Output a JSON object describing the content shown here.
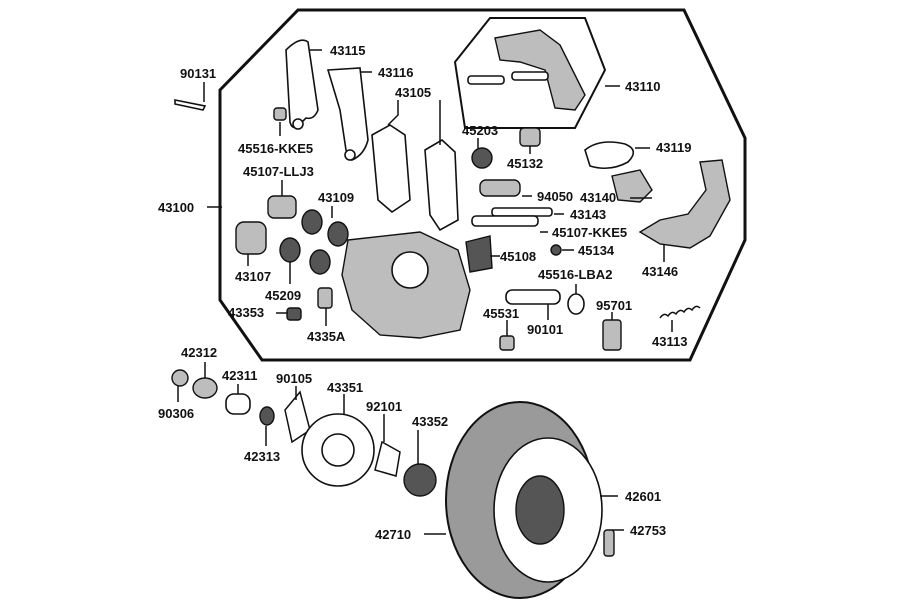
{
  "parts": [
    {
      "id": "l-43115",
      "text": "43115"
    },
    {
      "id": "l-43116",
      "text": "43116"
    },
    {
      "id": "l-43105",
      "text": "43105"
    },
    {
      "id": "l-43110",
      "text": "43110"
    },
    {
      "id": "l-90131",
      "text": "90131"
    },
    {
      "id": "l-45516-KKE5",
      "text": "45516-KKE5"
    },
    {
      "id": "l-45107-LLJ3",
      "text": "45107-LLJ3"
    },
    {
      "id": "l-45203",
      "text": "45203"
    },
    {
      "id": "l-45132",
      "text": "45132"
    },
    {
      "id": "l-43119",
      "text": "43119"
    },
    {
      "id": "l-43140",
      "text": "43140"
    },
    {
      "id": "l-43100",
      "text": "43100"
    },
    {
      "id": "l-43109",
      "text": "43109"
    },
    {
      "id": "l-94050",
      "text": "94050"
    },
    {
      "id": "l-43143",
      "text": "43143"
    },
    {
      "id": "l-45107-KKE5",
      "text": "45107-KKE5"
    },
    {
      "id": "l-45134",
      "text": "45134"
    },
    {
      "id": "l-45108",
      "text": "45108"
    },
    {
      "id": "l-43107",
      "text": "43107"
    },
    {
      "id": "l-43146",
      "text": "43146"
    },
    {
      "id": "l-45516-LBA2",
      "text": "45516-LBA2"
    },
    {
      "id": "l-45209",
      "text": "45209"
    },
    {
      "id": "l-43353",
      "text": "43353"
    },
    {
      "id": "l-4335A",
      "text": "4335A"
    },
    {
      "id": "l-45531",
      "text": "45531"
    },
    {
      "id": "l-90101",
      "text": "90101"
    },
    {
      "id": "l-95701",
      "text": "95701"
    },
    {
      "id": "l-43113",
      "text": "43113"
    },
    {
      "id": "l-42312",
      "text": "42312"
    },
    {
      "id": "l-42311",
      "text": "42311"
    },
    {
      "id": "l-90105",
      "text": "90105"
    },
    {
      "id": "l-43351",
      "text": "43351"
    },
    {
      "id": "l-92101",
      "text": "92101"
    },
    {
      "id": "l-43352",
      "text": "43352"
    },
    {
      "id": "l-90306",
      "text": "90306"
    },
    {
      "id": "l-42313",
      "text": "42313"
    },
    {
      "id": "l-42601",
      "text": "42601"
    },
    {
      "id": "l-42753",
      "text": "42753"
    },
    {
      "id": "l-42710",
      "text": "42710"
    }
  ]
}
